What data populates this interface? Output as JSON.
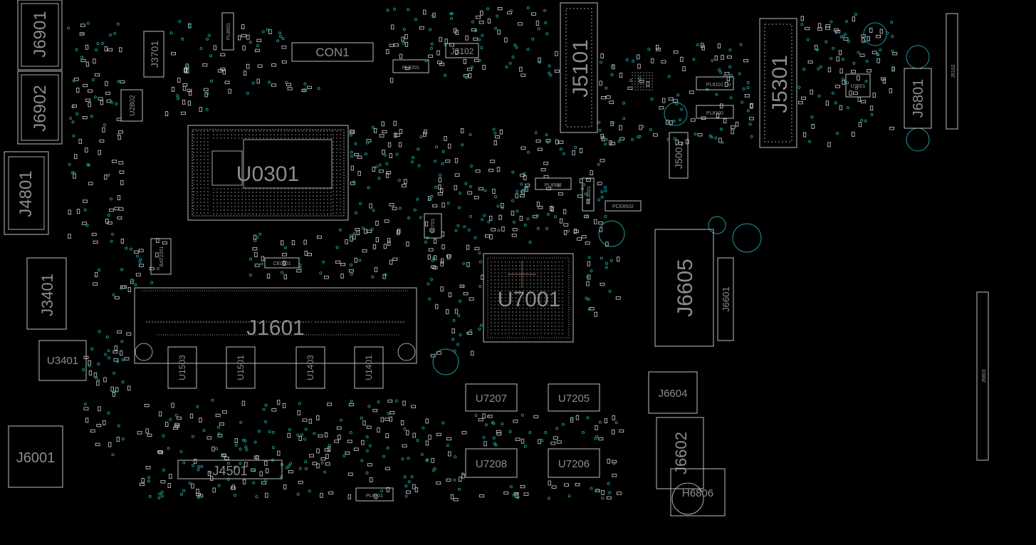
{
  "board": {
    "background": "#000000",
    "outline_color": "#bdbdbd",
    "label_color": "#8c8c8c",
    "via_color": "#1fa6a6"
  },
  "components": {
    "J6901": "J6901",
    "J6902": "J6902",
    "J4801": "J4801",
    "J3401": "J3401",
    "U3401": "U3401",
    "J6001": "J6001",
    "U0301": "U0301",
    "J1601": "J1601",
    "U1503": "U1503",
    "U1501": "U1501",
    "U1403": "U1403",
    "U1401": "U1401",
    "J4501": "J4501",
    "CON1": "CON1",
    "J3102": "J3102",
    "J3701": "J3701",
    "U2802": "U2802",
    "J5101": "J5101",
    "J5301": "J5301",
    "J6801": "J6801",
    "J5102": "J5102",
    "U7001": "U7001",
    "U7207": "U7207",
    "U7205": "U7205",
    "U7208": "U7208",
    "U7206": "U7206",
    "J6605": "J6605",
    "J6601": "J6601",
    "J6604": "J6604",
    "J6602": "J6602",
    "H6806": "H6806",
    "J6803": "J6803",
    "J5001": "J5001",
    "U3601": "U3601",
    "U0701": "U0701",
    "PL8201": "PL8201",
    "PL8101": "PL8101",
    "PL8100": "PL8100",
    "PL8502": "PL8502",
    "PL8501": "PL8501",
    "PL8301": "PL8301",
    "PL8601": "PL8601",
    "PCE8502": "PCE8502",
    "CE0601": "CE0601",
    "BAT2201": "BAT2201"
  }
}
